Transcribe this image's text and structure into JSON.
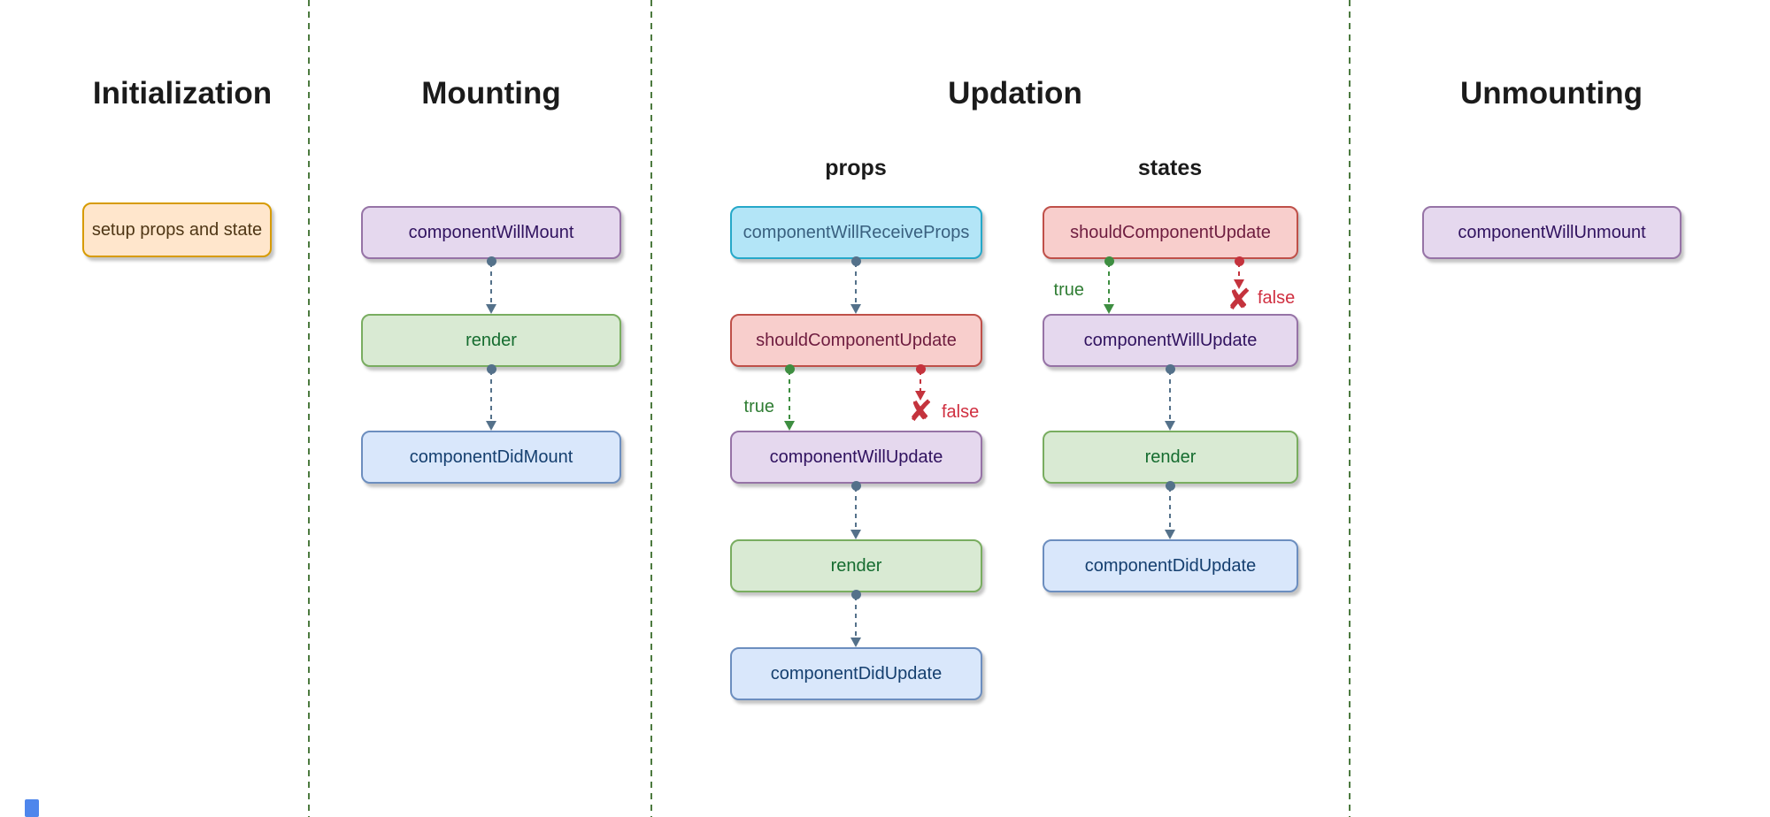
{
  "diagram": {
    "sections": [
      {
        "title": "Initialization"
      },
      {
        "title": "Mounting"
      },
      {
        "title": "Updation"
      },
      {
        "title": "Unmounting"
      }
    ],
    "columns": [
      {
        "label": "props"
      },
      {
        "label": "states"
      }
    ],
    "nodes": [
      {
        "label": "setup props and state",
        "type": "orange"
      },
      {
        "label": "componentWillMount",
        "type": "purple"
      },
      {
        "label": "render",
        "type": "green"
      },
      {
        "label": "componentDidMount",
        "type": "blue"
      },
      {
        "label": "componentWillReceiveProps",
        "type": "cyan"
      },
      {
        "label": "shouldComponentUpdate",
        "type": "red"
      },
      {
        "label": "componentWillUpdate",
        "type": "purple"
      },
      {
        "label": "render",
        "type": "green"
      },
      {
        "label": "componentDidUpdate",
        "type": "blue"
      },
      {
        "label": "shouldComponentUpdate",
        "type": "red"
      },
      {
        "label": "componentWillUpdate",
        "type": "purple"
      },
      {
        "label": "render",
        "type": "green"
      },
      {
        "label": "componentDidUpdate",
        "type": "blue"
      },
      {
        "label": "componentWillUnmount",
        "type": "purple"
      }
    ],
    "branch_labels": {
      "true": "true",
      "false": "false"
    },
    "icons": {
      "false_x": "✘"
    },
    "colors": {
      "divider_green": "#4c7a3f",
      "edge_gray": "#54718a",
      "edge_true_green": "#3e8e41",
      "edge_false_red": "#c4333d",
      "node_orange_fill": "#ffe6cc",
      "node_orange_border": "#d79b00",
      "node_purple_fill": "#e5d8ee",
      "node_purple_border": "#9673a6",
      "node_green_fill": "#d9ead3",
      "node_green_border": "#79ad60",
      "node_blue_fill": "#d9e7fb",
      "node_blue_border": "#6c8ebf",
      "node_cyan_fill": "#b3e5f7",
      "node_cyan_border": "#26a8c9",
      "node_red_fill": "#f8cecc",
      "node_red_border": "#bf5049"
    }
  }
}
